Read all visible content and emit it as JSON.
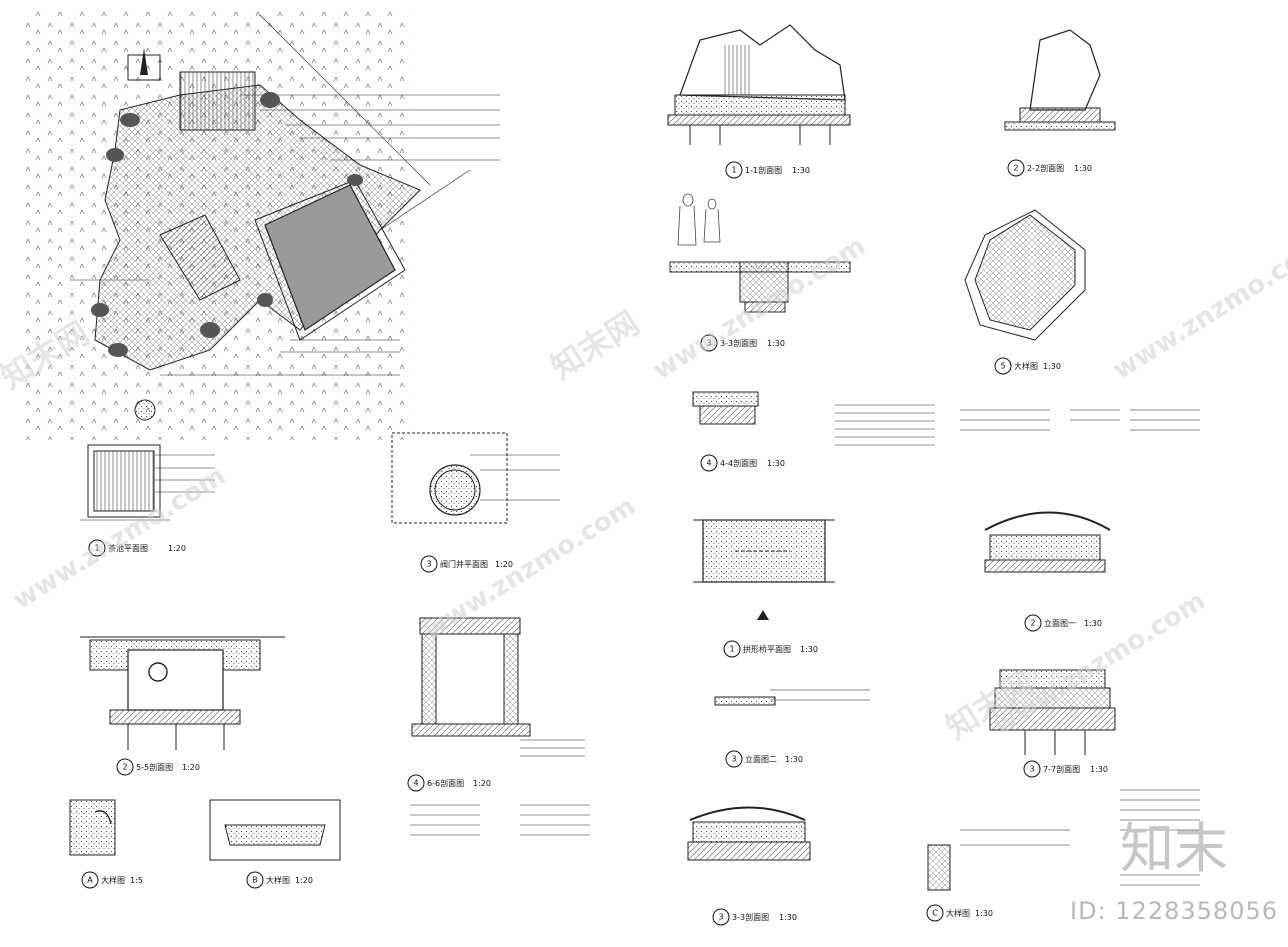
{
  "sheet": {
    "labels": {
      "plan_main": "",
      "d1_plan": "茶池平面图",
      "d1_scale": "1:20",
      "d3_plan": "阀门井平面图",
      "d3_scale": "1:20",
      "s55": "5-5剖面图",
      "s55_scale": "1:20",
      "s66": "6-6剖面图",
      "s66_scale": "1:20",
      "detA": "大样图",
      "detA_scale": "1:5",
      "detB": "大样图",
      "detB_scale": "1:20",
      "s11": "1-1剖面图",
      "s11_scale": "1:30",
      "s22": "2-2剖面图",
      "s22_scale": "1:30",
      "s33": "3-3剖面图",
      "s33_scale": "1:30",
      "s44": "4-4剖面图",
      "s44_scale": "1:30",
      "det5": "大样图",
      "det5_scale": "1:30",
      "bridge_plan": "拱形桥平面图",
      "bridge_plan_scale": "1:30",
      "elev1": "立面图一",
      "elev1_scale": "1:30",
      "elev2": "立面图二",
      "elev2_scale": "1:30",
      "s77": "7-7剖面图",
      "s77_scale": "1:30",
      "s33b": "3-3剖面图",
      "s33b_scale": "1:30",
      "detC": "大样图",
      "detC_scale": "1:30"
    },
    "markers": {
      "m1a": "1",
      "m3a": "3",
      "m2a": "2",
      "m4a": "4",
      "mA": "A",
      "mB": "B",
      "m1b": "1",
      "m2b": "2",
      "m3b": "3",
      "m4b": "4",
      "m5b": "5",
      "m1c": "1",
      "m2c": "2",
      "m3c": "3",
      "m3d": "3",
      "m3e": "3",
      "mC": "C"
    },
    "watermark": {
      "text_a": "www.znzmo.com",
      "text_b": "知末网",
      "logo": "知末",
      "id": "ID: 1228358056"
    }
  }
}
